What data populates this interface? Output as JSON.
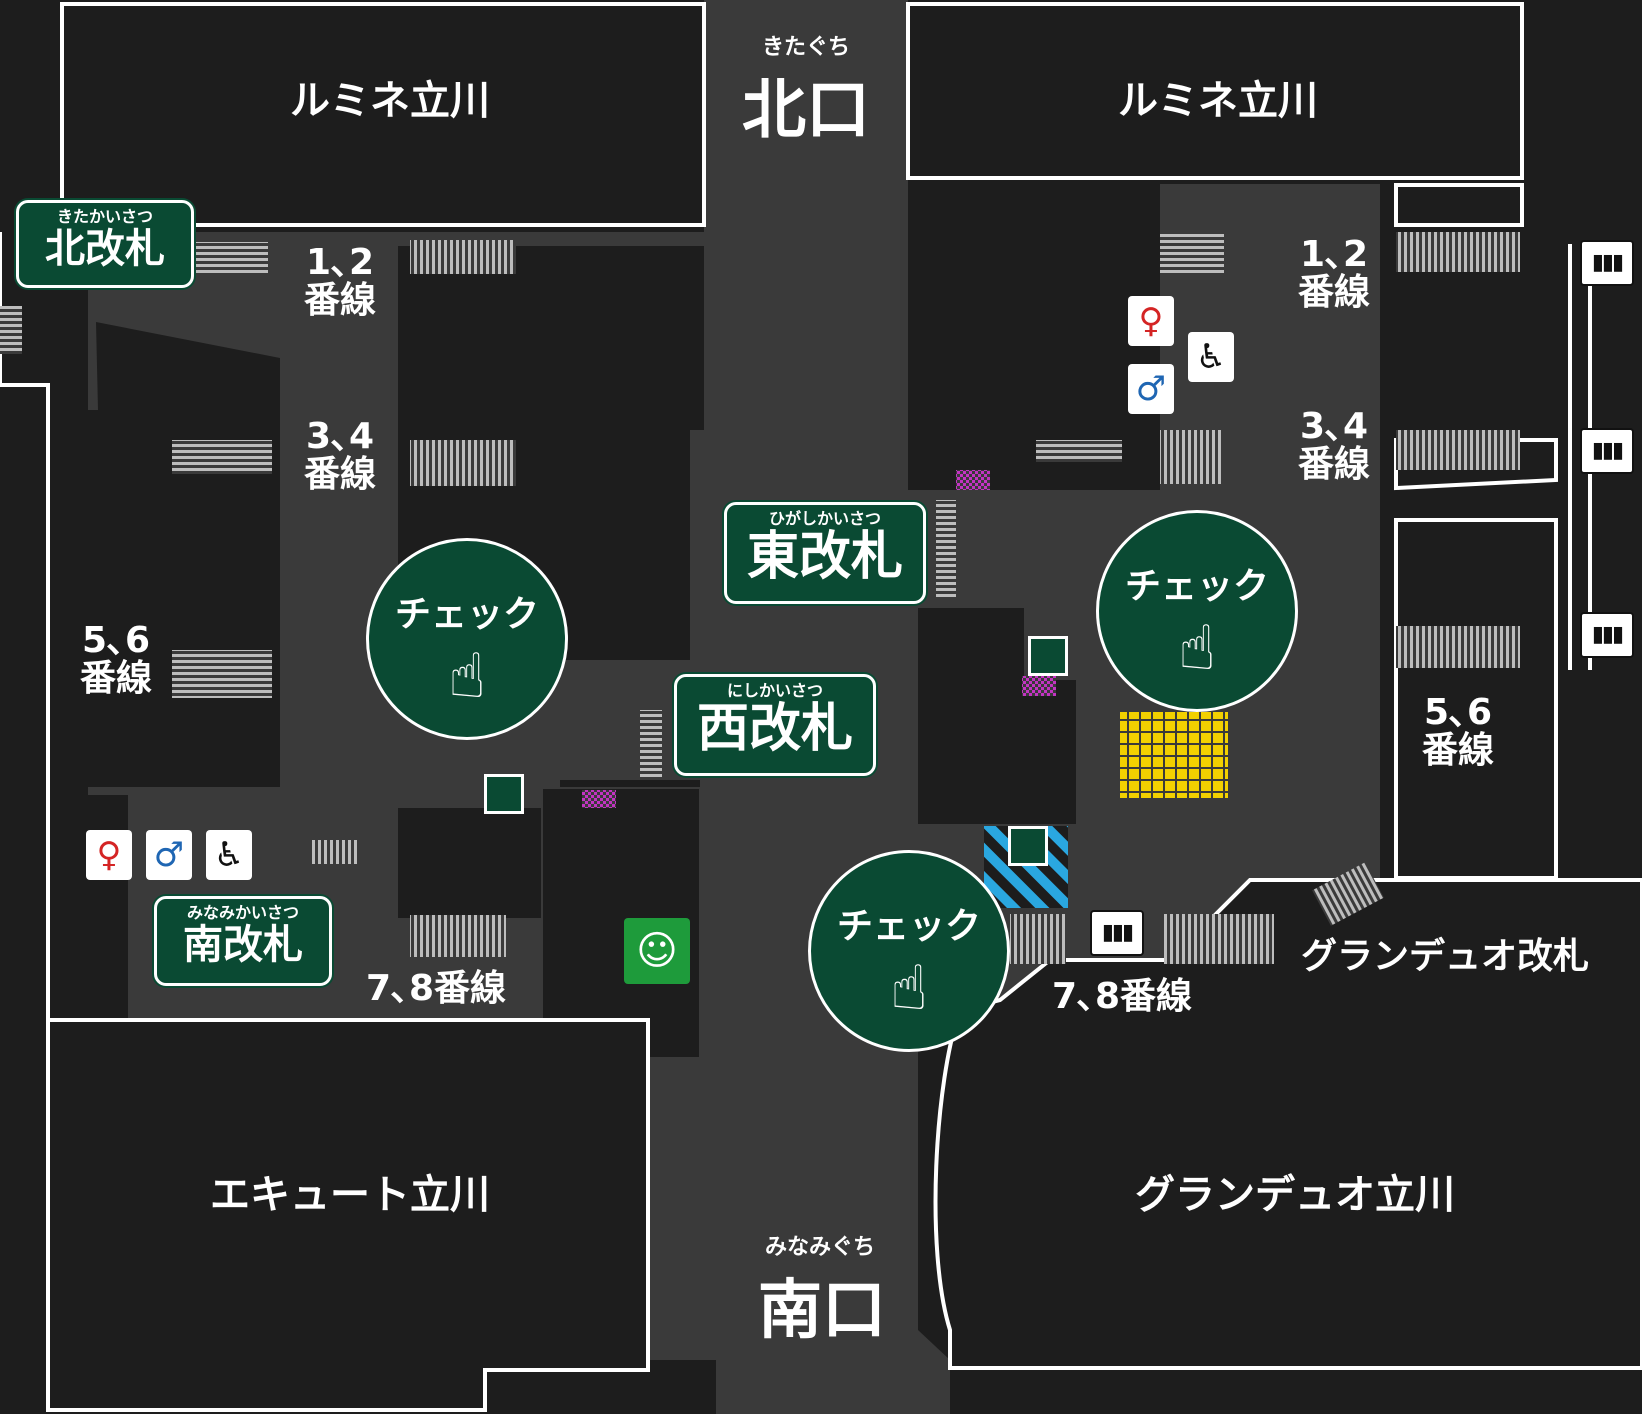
{
  "map": {
    "exits": {
      "north": {
        "ruby": "きたぐち",
        "label": "北口"
      },
      "south": {
        "ruby": "みなみぐち",
        "label": "南口"
      }
    },
    "buildings": {
      "lumine_west": "ルミネ立川",
      "lumine_east": "ルミネ立川",
      "ecute": "エキュート立川",
      "granduo": "グランデュオ立川"
    },
    "gates": {
      "north": {
        "ruby": "きたかいさつ",
        "label": "北改札"
      },
      "east": {
        "ruby": "ひがしかいさつ",
        "label": "東改札"
      },
      "west": {
        "ruby": "にしかいさつ",
        "label": "西改札"
      },
      "south": {
        "ruby": "みなみかいさつ",
        "label": "南改札"
      },
      "granduo": {
        "label": "グランデュオ改札"
      }
    },
    "platforms_west": {
      "p12": {
        "num": "1､2",
        "word": "番線"
      },
      "p34": {
        "num": "3､4",
        "word": "番線"
      },
      "p56": {
        "num": "5､6",
        "word": "番線"
      },
      "p78": "7､8番線"
    },
    "platforms_east": {
      "p12": {
        "num": "1､2",
        "word": "番線"
      },
      "p34": {
        "num": "3､4",
        "word": "番線"
      },
      "p56": {
        "num": "5､6",
        "word": "番線"
      },
      "p78": "7､8番線"
    },
    "check_label": "チェック",
    "icons": {
      "women": "restroom-women-icon",
      "men": "restroom-men-icon",
      "wheelchair": "wheelchair-icon",
      "elevator": "elevator-icon",
      "lounge": "lounge-icon",
      "pointer": "pointing-hand-icon"
    },
    "colors": {
      "background": "#1d1d1d",
      "building": "#1d1d1d",
      "corridor": "#3a3a3a",
      "gate_green": "#0a4a33",
      "women_red": "#d42424",
      "men_blue": "#1f66b3",
      "lounge_green": "#1e9b3b",
      "tactile_yellow": "#f2d000",
      "stripe_blue": "#2aa7e0",
      "magenta": "#c433c4"
    }
  }
}
